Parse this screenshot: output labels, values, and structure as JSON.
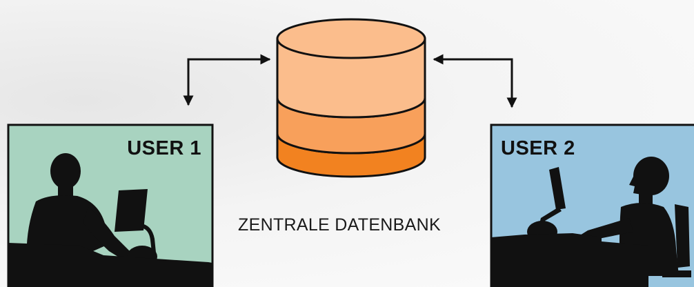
{
  "diagram": {
    "database_label": "ZENTRALE DATENBANK",
    "user1_label": "USER 1",
    "user2_label": "USER 2"
  },
  "colors": {
    "user1_panel": "#a8d3c0",
    "user2_panel": "#98c5df",
    "db_top": "#fbbd8c",
    "db_middle": "#f8a05b",
    "db_bottom": "#f28220",
    "silhouette": "#111111",
    "arrow": "#111111"
  }
}
